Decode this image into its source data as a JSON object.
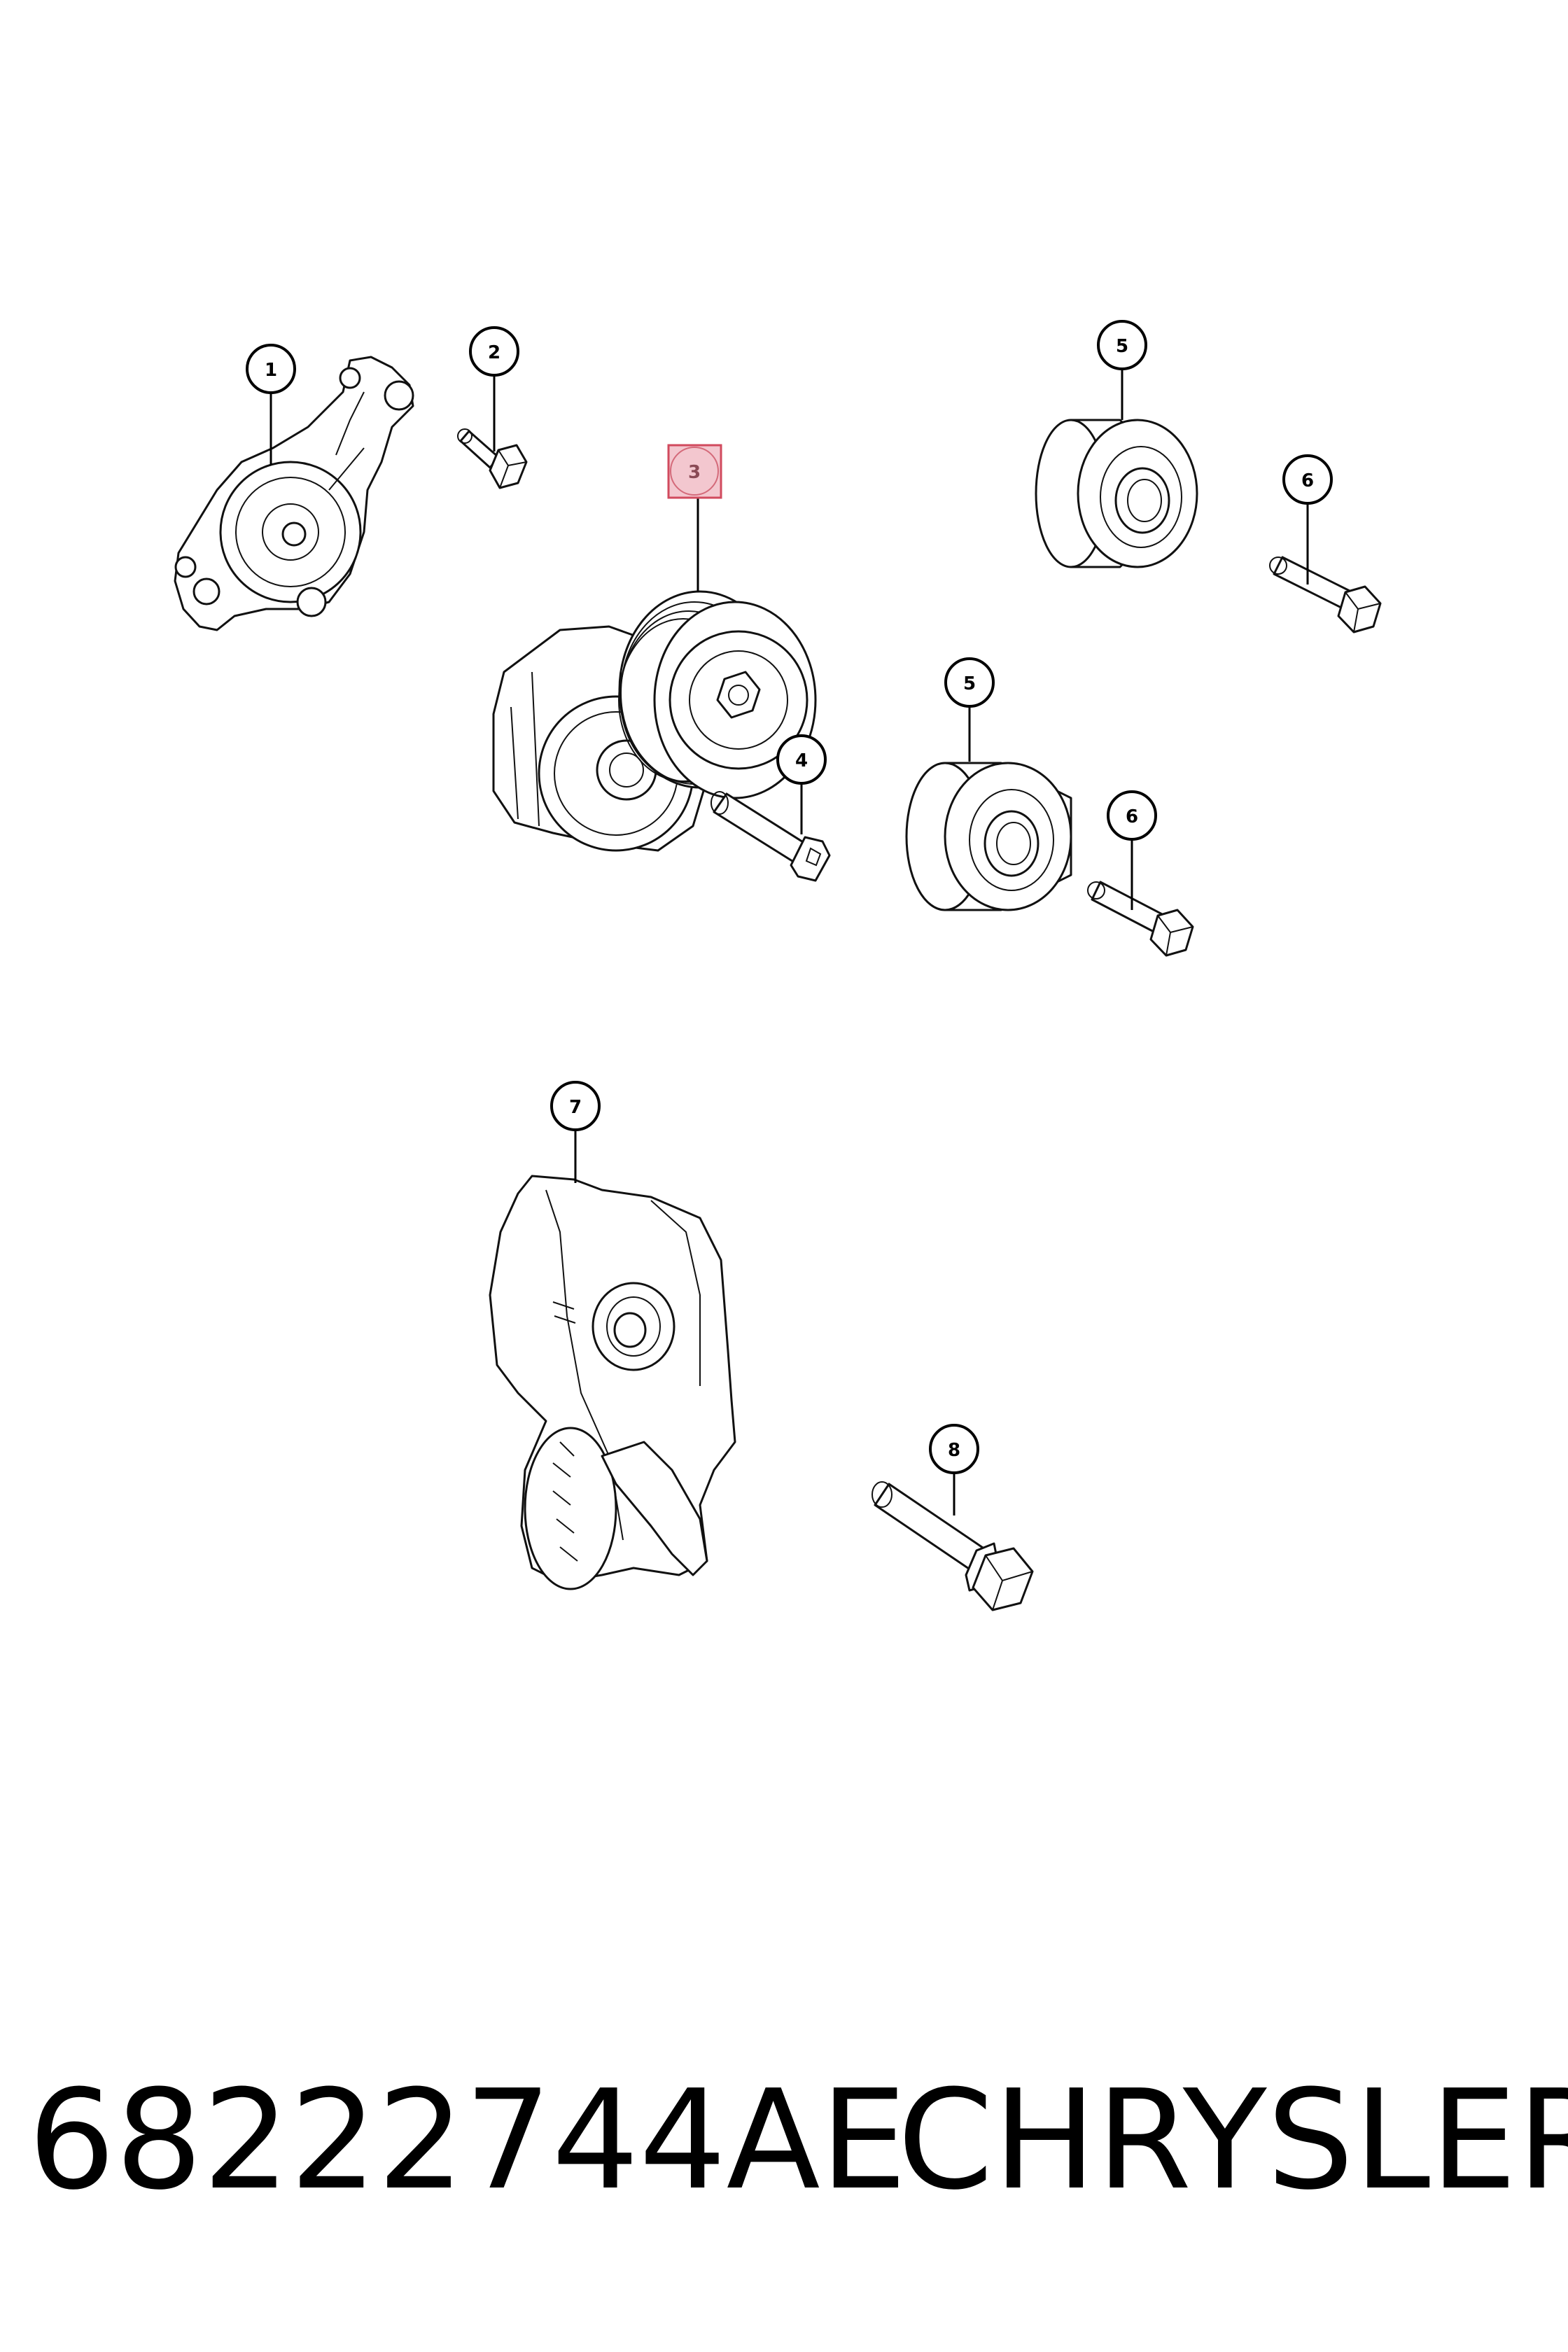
{
  "callouts": {
    "c1": "1",
    "c2": "2",
    "c3": "3",
    "c4": "4",
    "c5a": "5",
    "c5b": "5",
    "c6a": "6",
    "c6b": "6",
    "c7": "7",
    "c8": "8"
  },
  "highlight": {
    "callout": "3",
    "color": "#f3c7cf",
    "border": "#d14a5e"
  },
  "caption": {
    "part_number": "68222744AE",
    "brand": "CHRYSLER"
  }
}
